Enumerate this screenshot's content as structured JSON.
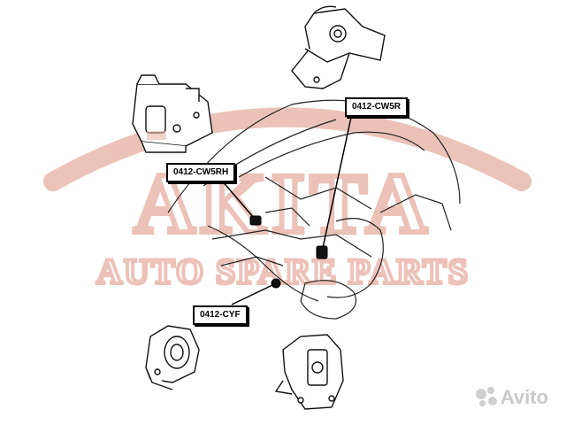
{
  "watermark": {
    "brand": "AKITA",
    "tagline": "AUTO SPARE PARTS",
    "color": "#e9b8ac"
  },
  "callouts": {
    "cw5r": "0412-CW5R",
    "cw5rh": "0412-CW5RH",
    "cyf": "0412-CYF"
  },
  "avito": {
    "label": "Avito"
  }
}
